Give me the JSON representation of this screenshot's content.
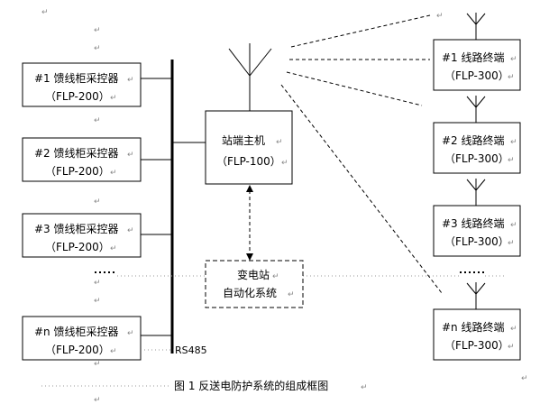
{
  "return_mark": "↵",
  "feeder_controllers": [
    {
      "title": "#1 馈线柜采控器",
      "model": "（FLP-200）"
    },
    {
      "title": "#2 馈线柜采控器",
      "model": "（FLP-200）"
    },
    {
      "title": "#3 馈线柜采控器",
      "model": "（FLP-200）"
    },
    {
      "title": "#n 馈线柜采控器",
      "model": "（FLP-200）"
    }
  ],
  "station_host": {
    "title": "站端主机",
    "model": "（FLP-100）"
  },
  "substation_system": {
    "line1": "变电站",
    "line2": "自动化系统"
  },
  "line_terminals": [
    {
      "title": "#1 线路终端",
      "model": "（FLP-300）"
    },
    {
      "title": "#2 线路终端",
      "model": "（FLP-300）"
    },
    {
      "title": "#3 线路终端",
      "model": "（FLP-300）"
    },
    {
      "title": "#n 线路终端",
      "model": "（FLP-300）"
    }
  ],
  "bus_label": "RS485",
  "caption": "图 1   反送电防护系统的组成框图"
}
